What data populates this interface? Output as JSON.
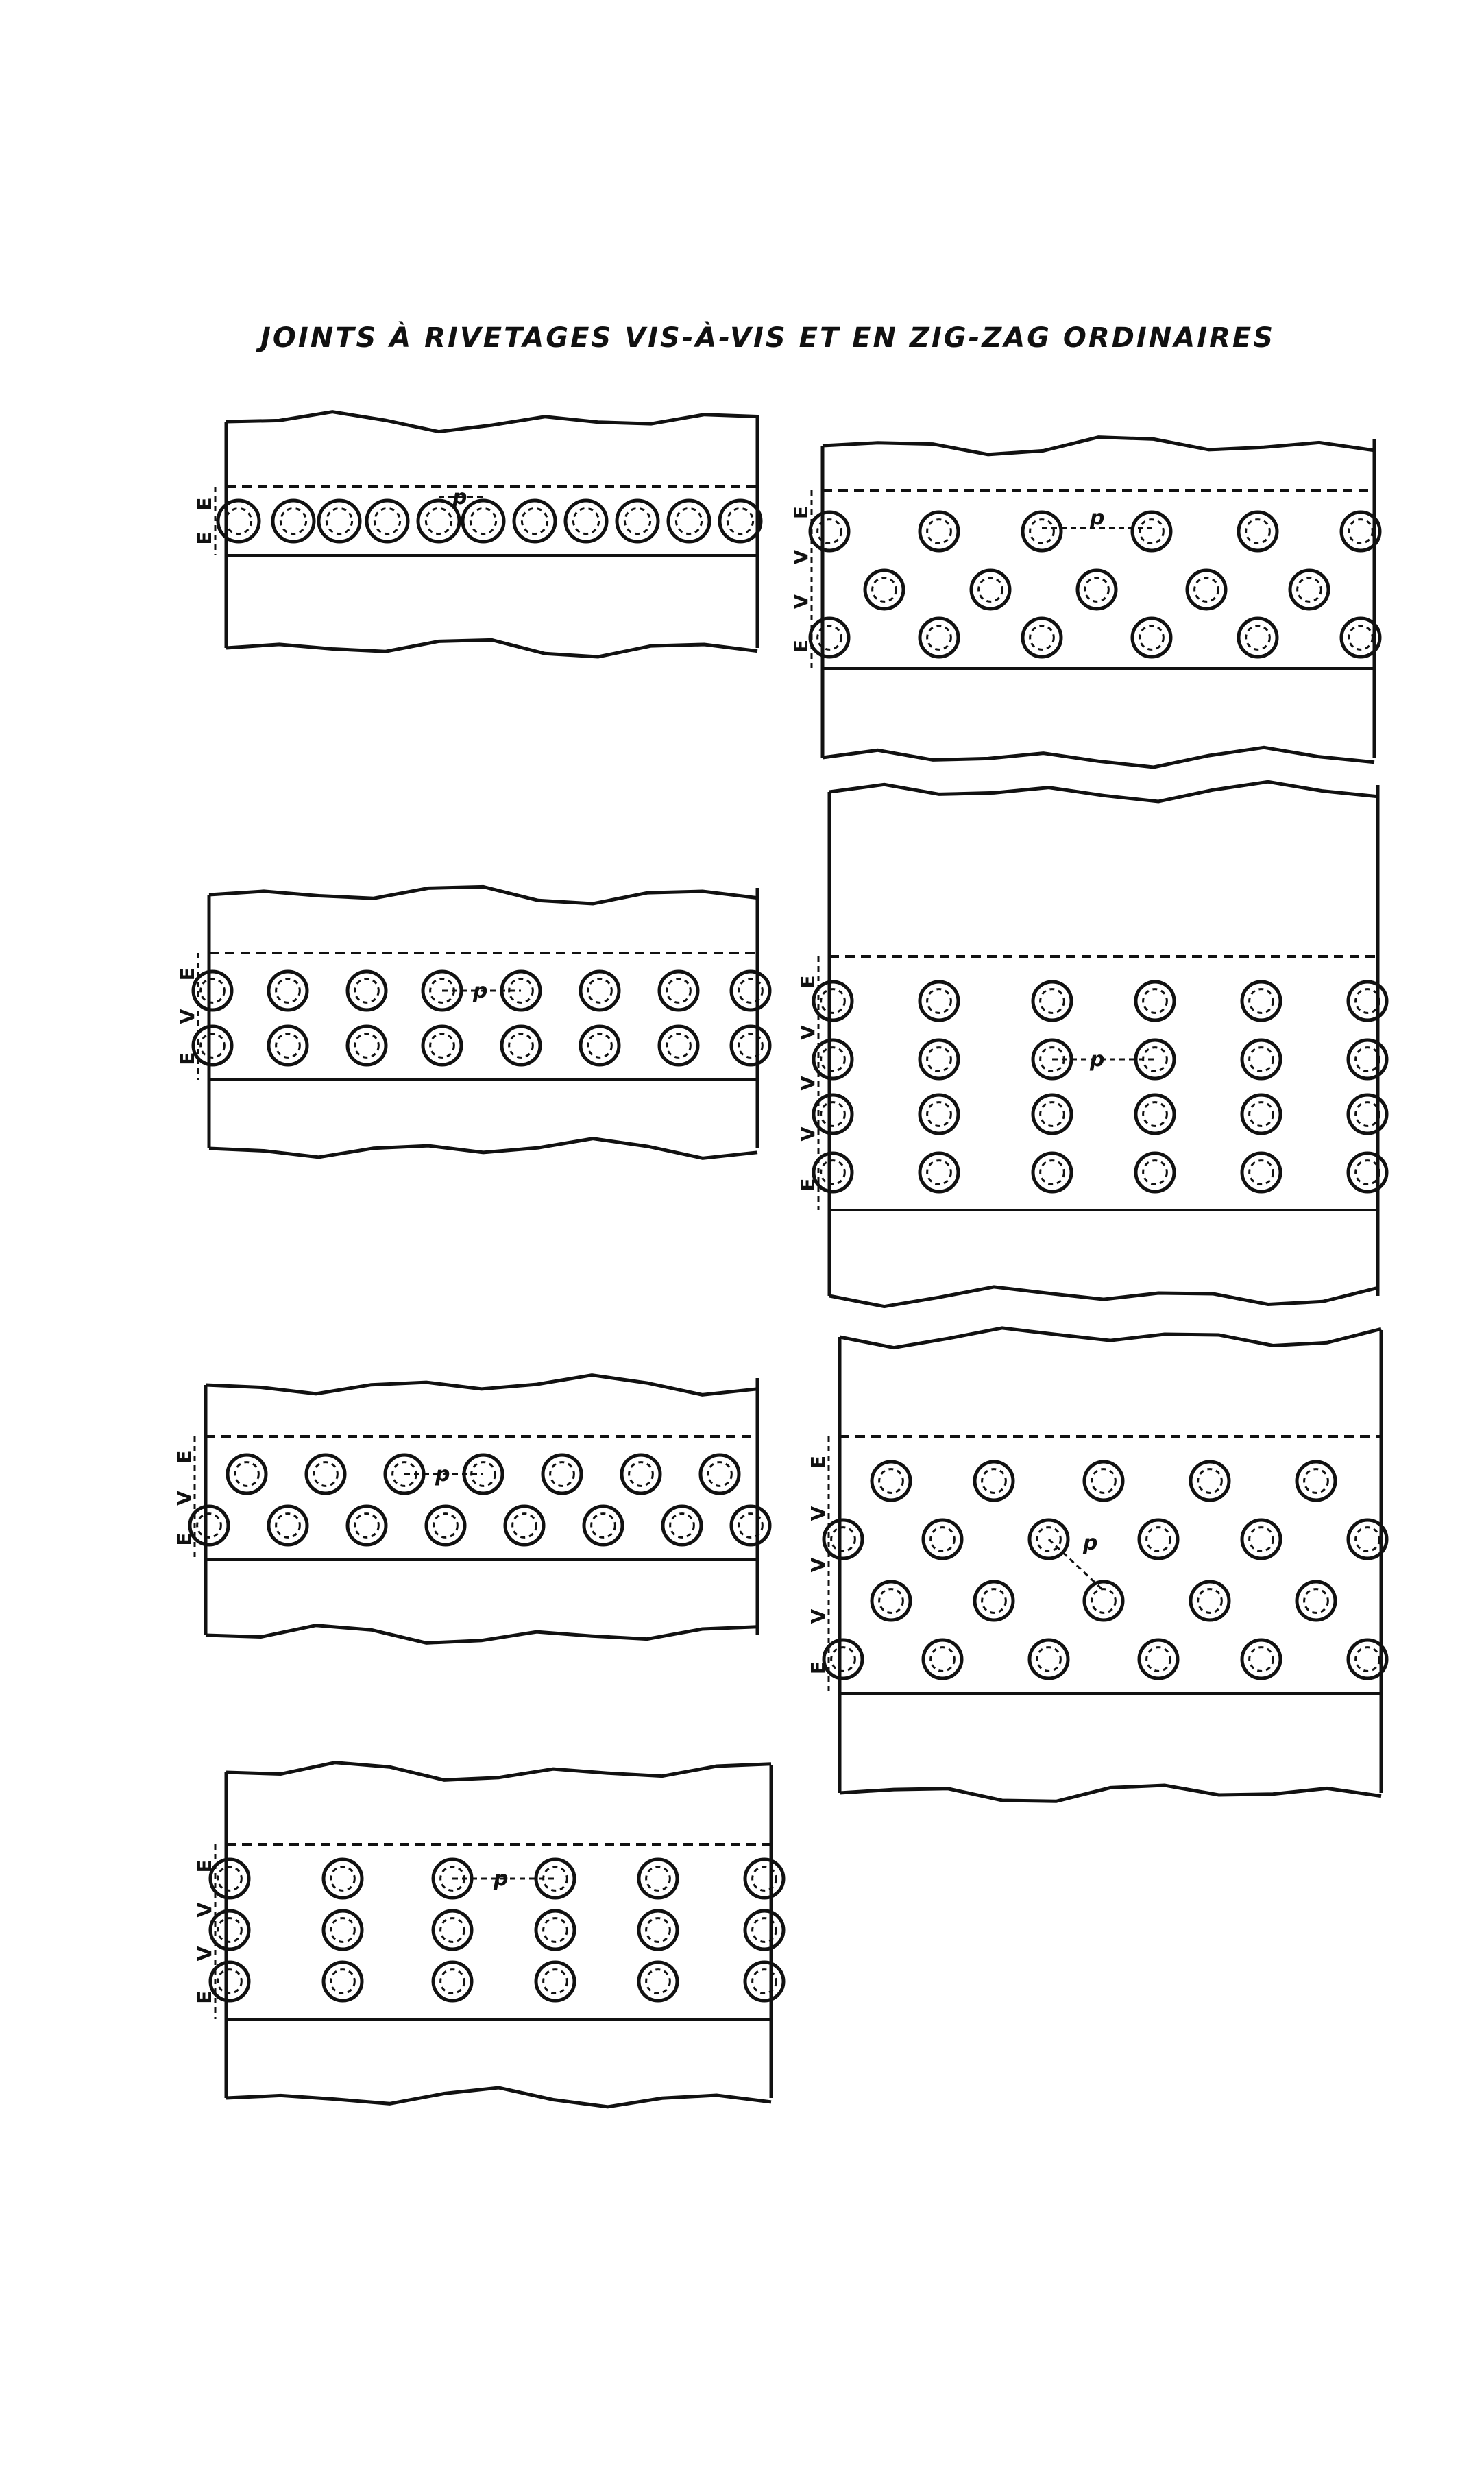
{
  "title": "JOINTS À RIVETAGES  VIS-À-VIS ET EN ZIG-ZAG ORDINAIRES",
  "pitch_label": "p",
  "panels": [
    {
      "id": "single-row",
      "side_labels": [
        "E",
        "E"
      ]
    },
    {
      "id": "zigzag-three-row",
      "side_labels": [
        "E",
        "V",
        "V",
        "E"
      ]
    },
    {
      "id": "double-row-facing",
      "side_labels": [
        "E",
        "V",
        "E"
      ]
    },
    {
      "id": "quad-row-facing",
      "side_labels": [
        "E",
        "V",
        "V",
        "V",
        "E"
      ]
    },
    {
      "id": "double-row-zigzag",
      "side_labels": [
        "E",
        "V",
        "E"
      ]
    },
    {
      "id": "quad-row-zigzag",
      "side_labels": [
        "E",
        "V",
        "V",
        "V",
        "E"
      ]
    },
    {
      "id": "triple-row-facing",
      "side_labels": [
        "E",
        "V",
        "V",
        "E"
      ]
    }
  ]
}
